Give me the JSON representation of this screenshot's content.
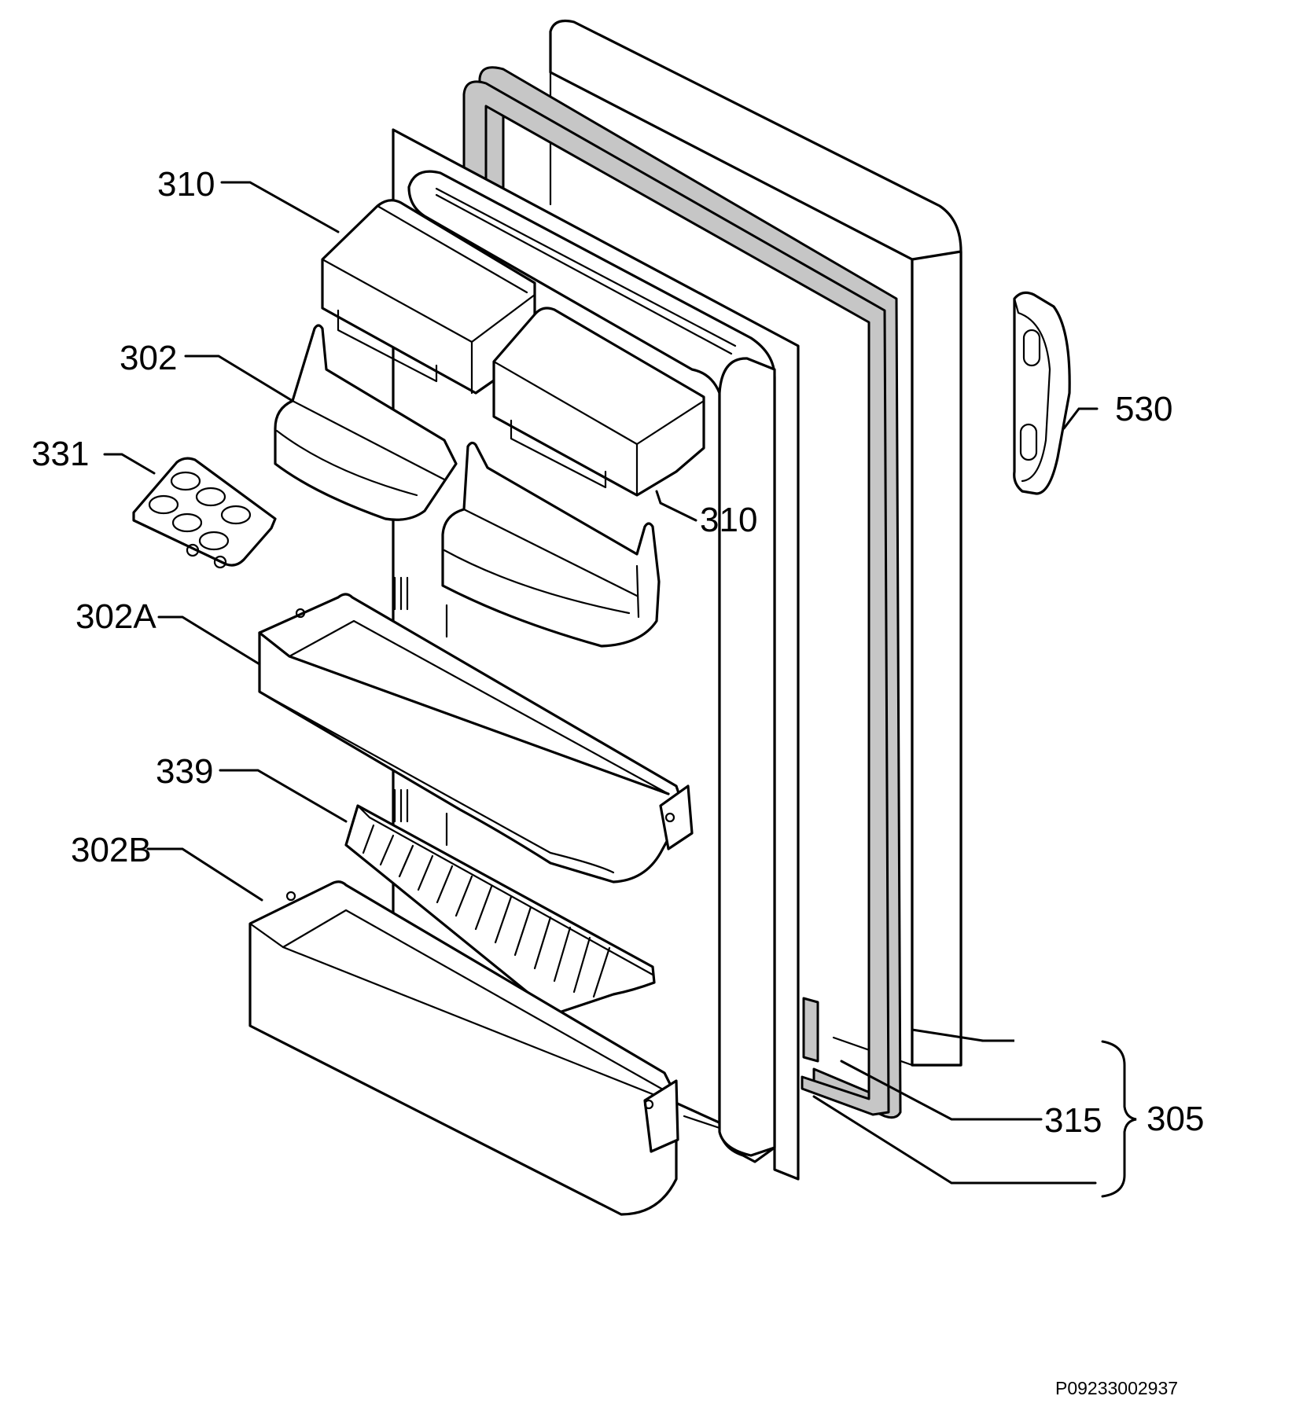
{
  "labels": {
    "shelf_cover_top": "310",
    "door_bin_upper": "302",
    "egg_tray": "331",
    "shelf_cover_right": "310",
    "handle": "530",
    "bottle_rack_a": "302A",
    "divider": "339",
    "bottle_rack_b": "302B",
    "gasket": "315",
    "door_assembly": "305"
  },
  "drawing_code": "P09233002937"
}
